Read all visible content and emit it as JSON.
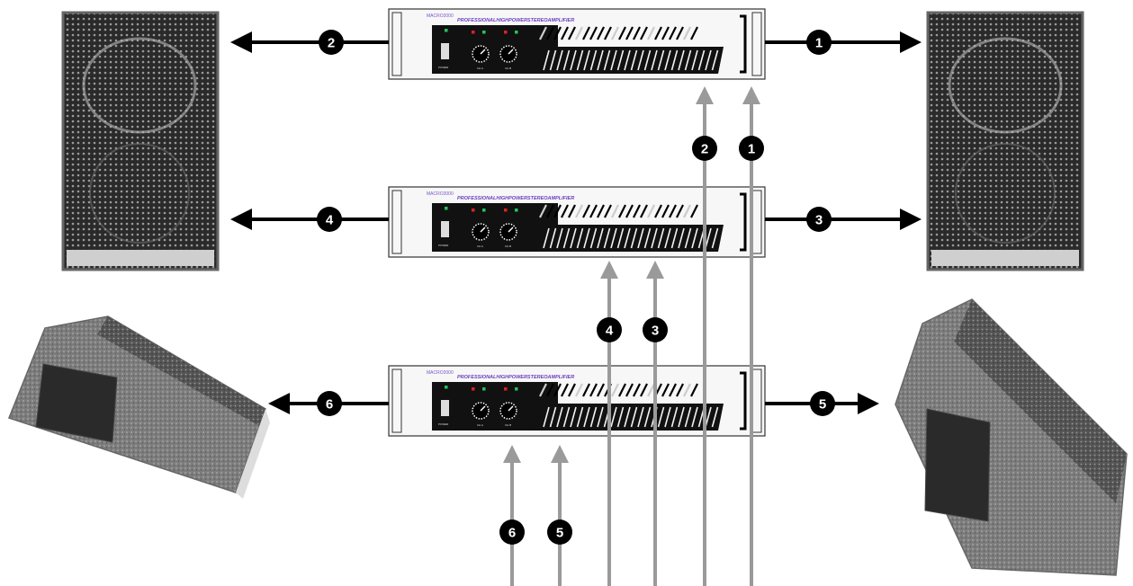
{
  "amplifiers": [
    {
      "id": "amp-top",
      "model": "MACRO2000",
      "title": "PROFESSIONALHIGHPOWERSTEREOAMPLIFIER",
      "power_label": "POWER",
      "knob_a": "CH A",
      "knob_b": "CH B"
    },
    {
      "id": "amp-middle",
      "model": "MACRO2000",
      "title": "PROFESSIONALHIGHPOWERSTEREOAMPLIFIER",
      "power_label": "POWER",
      "knob_a": "CH A",
      "knob_b": "CH B"
    },
    {
      "id": "amp-bottom",
      "model": "MACRO2000",
      "title": "PROFESSIONALHIGHPOWERSTEREOAMPLIFIER",
      "power_label": "POWER",
      "knob_a": "CH A",
      "knob_b": "CH B"
    }
  ],
  "outputs": [
    "1",
    "2",
    "3",
    "4",
    "5",
    "6"
  ],
  "inputs": [
    "1",
    "2",
    "3",
    "4",
    "5",
    "6"
  ],
  "colors": {
    "arrow_black": "#000000",
    "arrow_gray": "#9a9a9a",
    "speaker_grain": "#8a8a8a",
    "amp_face": "#f7f7f7",
    "panel": "#111111",
    "accent": "#6a3fc0"
  }
}
